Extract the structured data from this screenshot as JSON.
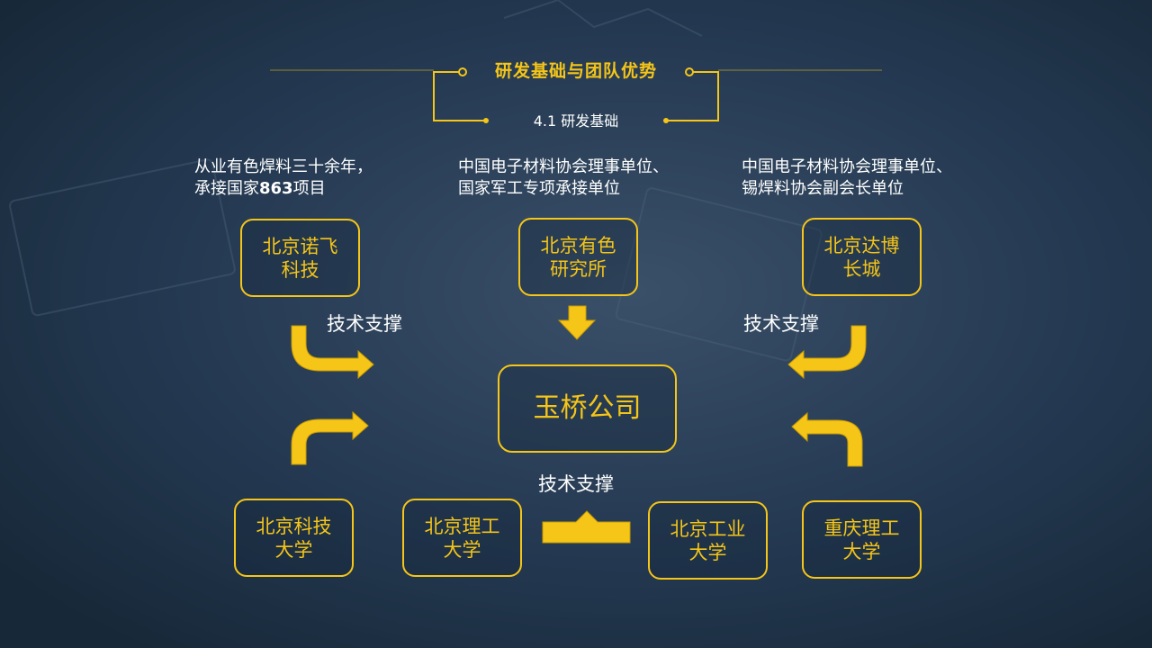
{
  "header": {
    "title": "研发基础与团队优势",
    "subtitle": "4.1 研发基础"
  },
  "descriptions": {
    "left": {
      "line1": "从业有色焊料三十余年，",
      "line2_prefix": "承接国家",
      "line2_bold": "863",
      "line2_suffix": "项目"
    },
    "middle": {
      "line1": "中国电子材料协会理事单位、",
      "line2": "国家军工专项承接单位"
    },
    "right": {
      "line1": "中国电子材料协会理事单位、",
      "line2": "锡焊料协会副会长单位"
    }
  },
  "nodes": {
    "center": "玉桥公司",
    "nuofei": [
      "北京诺飞",
      "科技"
    ],
    "youse": [
      "北京有色",
      "研究所"
    ],
    "dabo": [
      "北京达博",
      "长城"
    ],
    "bkd": [
      "北京科技",
      "大学"
    ],
    "blg": [
      "北京理工",
      "大学"
    ],
    "bgy": [
      "北京工业",
      "大学"
    ],
    "cqlg": [
      "重庆理工",
      "大学"
    ]
  },
  "labels": {
    "support_left": "技术支撑",
    "support_right": "技术支撑",
    "support_bottom": "技术支撑"
  },
  "colors": {
    "accent": "#f5c518",
    "background": "#1c3048",
    "text": "#ffffff"
  }
}
